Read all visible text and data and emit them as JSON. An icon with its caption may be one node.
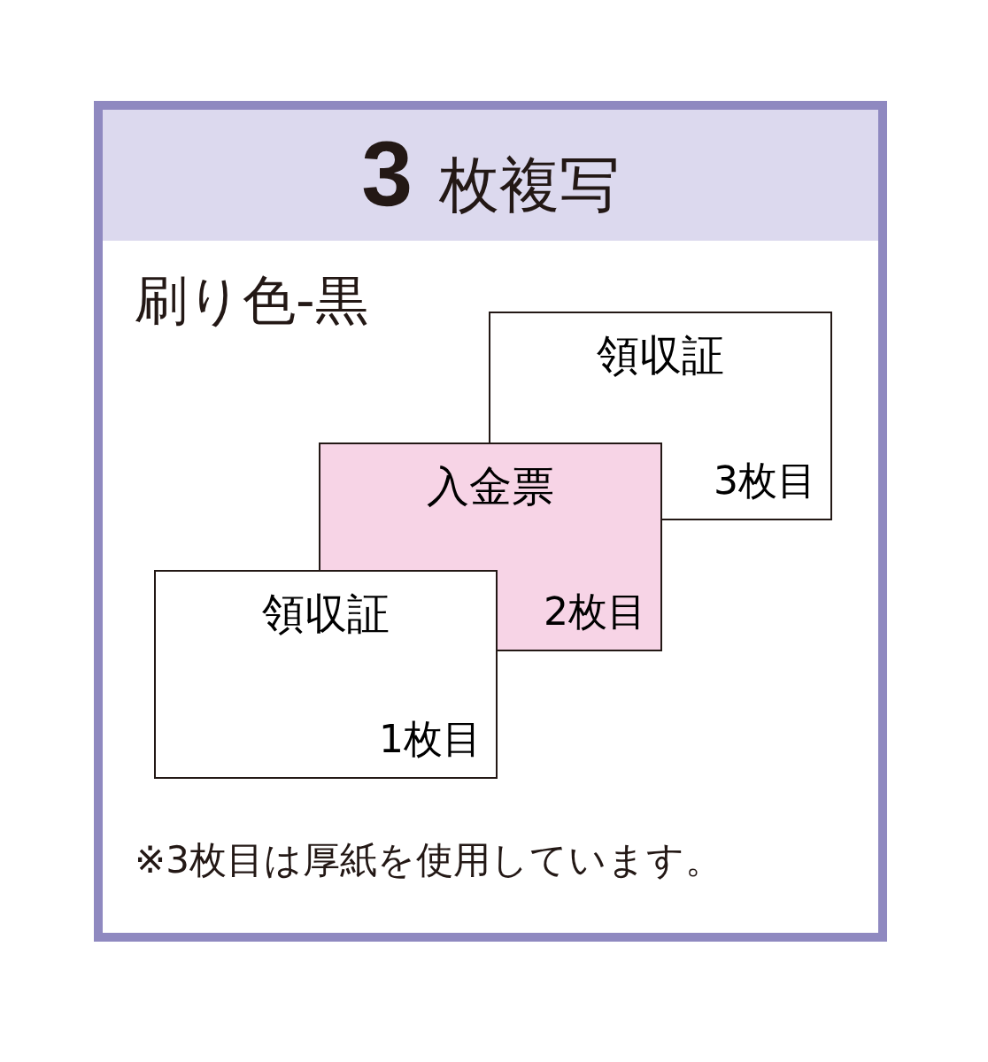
{
  "diagram": {
    "title": "**3** 枚複写",
    "nodes": [
      {
        "text": [
          "領収証",
          "3枚目"
        ]
      },
      {
        "text": [
          "入金票",
          "2枚目"
        ]
      },
      {
        "text": [
          "領収証",
          "1枚目"
        ]
      }
    ],
    "labels": [
      "刷り色-黒",
      "※3枚目は厚紙を使用しています。"
    ]
  }
}
